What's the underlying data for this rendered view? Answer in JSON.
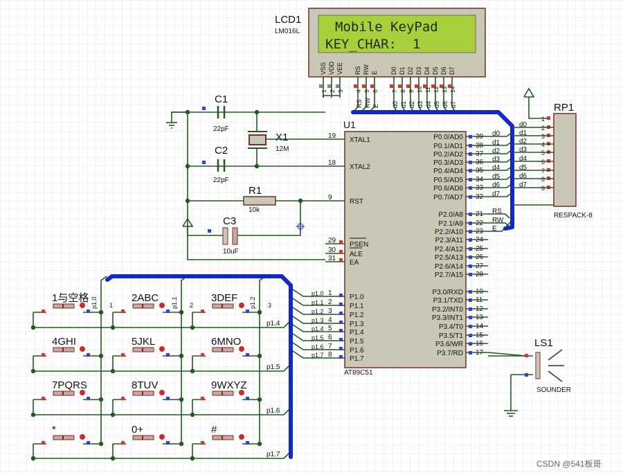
{
  "colors": {
    "wire": "#1e5a1e",
    "bus": "#1428c8",
    "chip_fill": "#c8c8b4",
    "chip_stroke": "#7a2a2a",
    "pin_red": "#e03030",
    "pin_blue": "#3040e0",
    "lcd_screen": "#a8cf3c",
    "lcd_text": "#1c2c08",
    "grid": "#dcdcdc"
  },
  "lcd": {
    "ref": "LCD1",
    "model": "LM016L",
    "line1": "Mobile KeyPad",
    "line2": "KEY_CHAR:  1",
    "pin_labels": [
      "VSS",
      "VDD",
      "VEE",
      "RS",
      "RW",
      "E",
      "D0",
      "D1",
      "D2",
      "D3",
      "D4",
      "D5",
      "D6",
      "D7"
    ],
    "pin_numbers": [
      "1",
      "2",
      "3",
      "4",
      "5",
      "6",
      "7",
      "8",
      "9",
      "10",
      "11",
      "12",
      "13",
      "14"
    ],
    "net_labels": [
      "RS",
      "RW",
      "E",
      "d0",
      "d1",
      "d2",
      "d3",
      "d4",
      "d5",
      "d6",
      "d7"
    ]
  },
  "mcu": {
    "ref": "U1",
    "model": "AT89C51",
    "left_pins": [
      {
        "num": "19",
        "name": "XTAL1"
      },
      {
        "num": "18",
        "name": "XTAL2"
      },
      {
        "num": "9",
        "name": "RST"
      },
      {
        "num": "29",
        "name": "PSEN"
      },
      {
        "num": "30",
        "name": "ALE"
      },
      {
        "num": "31",
        "name": "EA"
      },
      {
        "num": "1",
        "name": "P1.0",
        "net": "p1.0"
      },
      {
        "num": "2",
        "name": "P1.1",
        "net": "p1.1"
      },
      {
        "num": "3",
        "name": "P1.2",
        "net": "p1.2"
      },
      {
        "num": "4",
        "name": "P1.3",
        "net": "p1.3"
      },
      {
        "num": "5",
        "name": "P1.4",
        "net": "p1.4"
      },
      {
        "num": "6",
        "name": "P1.5",
        "net": "p1.5"
      },
      {
        "num": "7",
        "name": "P1.6",
        "net": "p1.6"
      },
      {
        "num": "8",
        "name": "P1.7",
        "net": "p1.7"
      }
    ],
    "right_pins": [
      {
        "num": "39",
        "name": "P0.0/AD0",
        "net": "d0"
      },
      {
        "num": "38",
        "name": "P0.1/AD1",
        "net": "d1"
      },
      {
        "num": "37",
        "name": "P0.2/AD2",
        "net": "d2"
      },
      {
        "num": "36",
        "name": "P0.3/AD3",
        "net": "d3"
      },
      {
        "num": "35",
        "name": "P0.4/AD4",
        "net": "d4"
      },
      {
        "num": "34",
        "name": "P0.5/AD5",
        "net": "d5"
      },
      {
        "num": "33",
        "name": "P0.6/AD6",
        "net": "d6"
      },
      {
        "num": "32",
        "name": "P0.7/AD7",
        "net": "d7"
      },
      {
        "num": "21",
        "name": "P2.0/A8",
        "net": "RS"
      },
      {
        "num": "22",
        "name": "P2.1/A9",
        "net": "RW"
      },
      {
        "num": "23",
        "name": "P2.2/A10",
        "net": "E"
      },
      {
        "num": "24",
        "name": "P2.3/A11"
      },
      {
        "num": "25",
        "name": "P2.4/A12"
      },
      {
        "num": "26",
        "name": "P2.5/A13"
      },
      {
        "num": "27",
        "name": "P2.6/A14"
      },
      {
        "num": "28",
        "name": "P2.7/A15"
      },
      {
        "num": "10",
        "name": "P3.0/RXD"
      },
      {
        "num": "11",
        "name": "P3.1/TXD"
      },
      {
        "num": "12",
        "name": "P3.2/INT0"
      },
      {
        "num": "13",
        "name": "P3.3/INT1"
      },
      {
        "num": "14",
        "name": "P3.4/T0"
      },
      {
        "num": "15",
        "name": "P3.5/T1"
      },
      {
        "num": "16",
        "name": "P3.6/WR"
      },
      {
        "num": "17",
        "name": "P3.7/RD"
      }
    ]
  },
  "components": {
    "c1": {
      "ref": "C1",
      "value": "22pF"
    },
    "c2": {
      "ref": "C2",
      "value": "22pF"
    },
    "x1": {
      "ref": "X1",
      "value": "12M"
    },
    "r1": {
      "ref": "R1",
      "value": "10k"
    },
    "c3": {
      "ref": "C3",
      "value": "10uF"
    },
    "rp1": {
      "ref": "RP1",
      "model": "RESPACK-8",
      "pins": [
        "1",
        "2",
        "3",
        "4",
        "5",
        "6",
        "7",
        "8",
        "9"
      ],
      "nets": [
        "d0",
        "d1",
        "d2",
        "d3",
        "d4",
        "d5",
        "d6",
        "d7"
      ]
    },
    "ls1": {
      "ref": "LS1",
      "model": "SOUNDER"
    }
  },
  "keypad": {
    "keys": [
      "1与空格",
      "2ABC",
      "3DEF",
      "4GHI",
      "5JKL",
      "6MNO",
      "7PQRS",
      "8TUV",
      "9WXYZ",
      "*",
      "0+",
      "#"
    ],
    "column_nets": [
      "p1.0",
      "p1.1",
      "p1.2"
    ],
    "row_nets": [
      "p1.4",
      "p1.5",
      "p1.6",
      "p1.7"
    ]
  },
  "watermark": "CSDN @541板哥"
}
